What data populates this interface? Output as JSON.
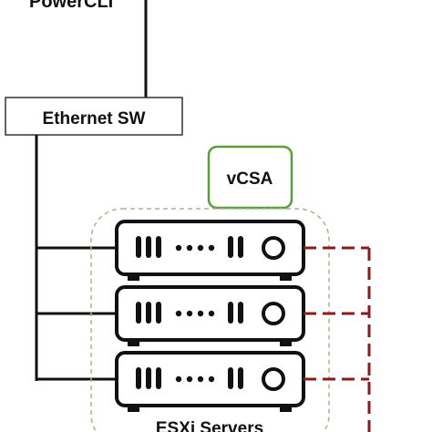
{
  "powercli": {
    "label": "PowerCLI"
  },
  "switch": {
    "label": "Ethernet SW"
  },
  "vcsa": {
    "label": "vCSA",
    "border_color": "#5a9e3a"
  },
  "esxi": {
    "label": "ESXi Servers",
    "group_border_color": "#a9b38f",
    "server_count": 3
  },
  "colors": {
    "wire": "#111111",
    "dashed_link": "#8b1a1a"
  }
}
